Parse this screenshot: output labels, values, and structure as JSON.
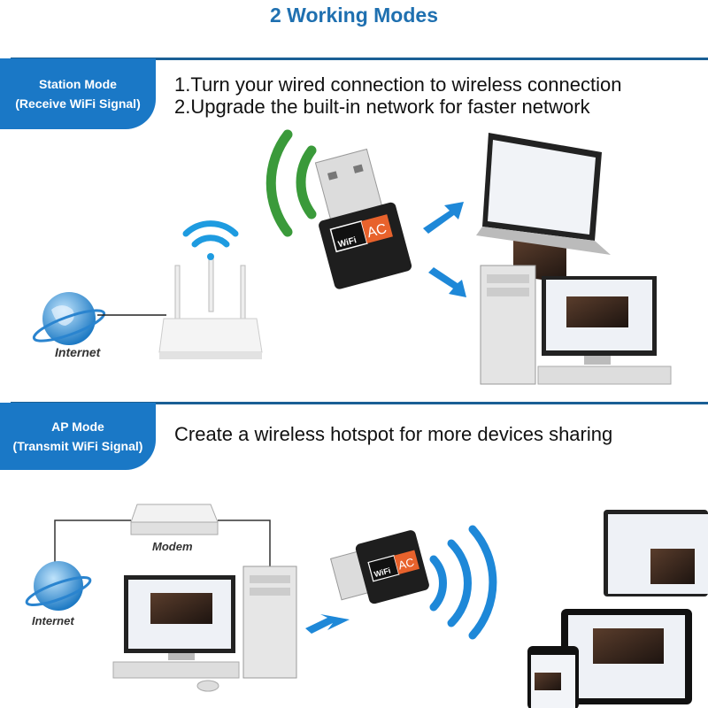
{
  "title": "2 Working Modes",
  "station_mode": {
    "tab_title": "Station Mode",
    "tab_subtitle": "(Receive WiFi Signal)",
    "lines": [
      "1.Turn your wired connection to wireless connection",
      "2.Upgrade the built-in network for faster network"
    ],
    "internet_label": "Internet"
  },
  "ap_mode": {
    "tab_title": "AP Mode",
    "tab_subtitle": "(Transmit WiFi Signal)",
    "line": "Create a wireless hotspot for more devices sharing",
    "modem_label": "Modem",
    "internet_label": "Internet"
  },
  "adapter_logo": {
    "wifi": "WiFi",
    "ac": "AC"
  },
  "colors": {
    "accent_blue": "#1a78c6",
    "title_blue": "#1f70b0",
    "signal_green": "#3a9a3a",
    "signal_blue": "#1e88d8",
    "logo_orange": "#e8622c"
  }
}
